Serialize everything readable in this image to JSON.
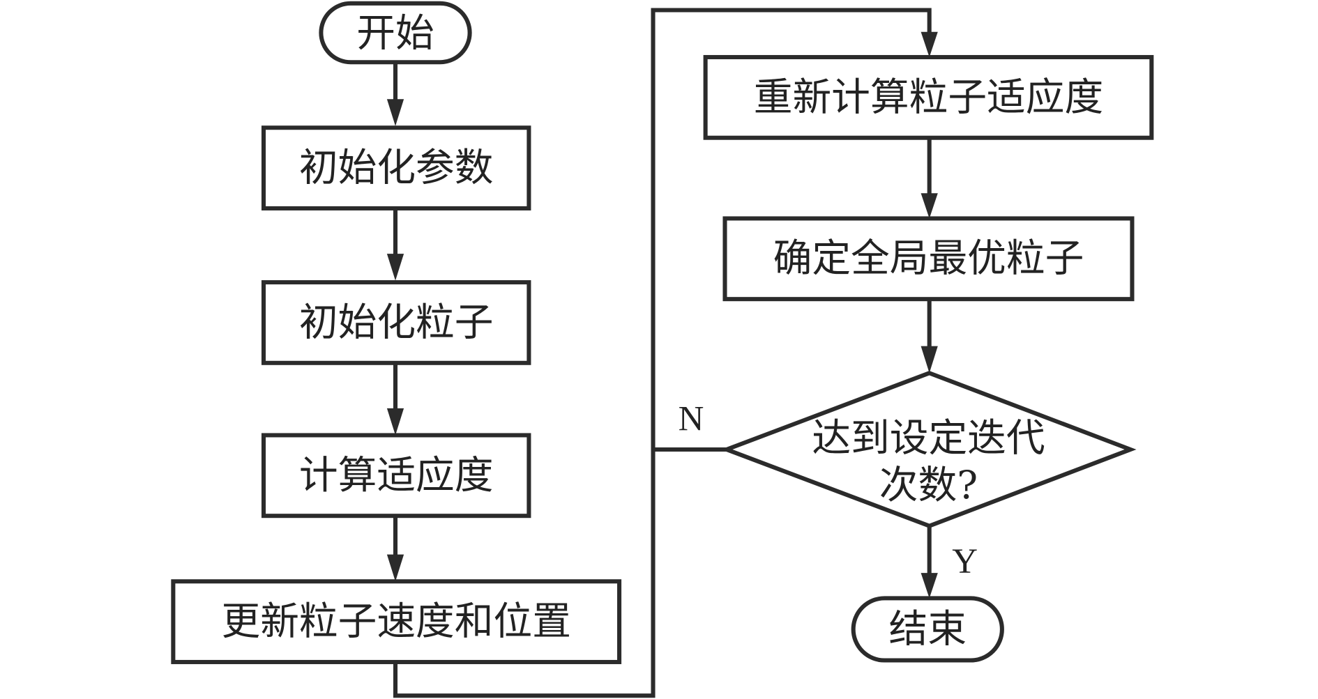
{
  "diagram": {
    "type": "flowchart",
    "nodes": {
      "start": {
        "label": "开始",
        "shape": "terminal"
      },
      "init_params": {
        "label": "初始化参数",
        "shape": "process"
      },
      "init_particles": {
        "label": "初始化粒子",
        "shape": "process"
      },
      "calc_fitness": {
        "label": "计算适应度",
        "shape": "process"
      },
      "update_particles": {
        "label": "更新粒子速度和位置",
        "shape": "process"
      },
      "recalc_fitness": {
        "label": "重新计算粒子适应度",
        "shape": "process"
      },
      "global_best": {
        "label": "确定全局最优粒子",
        "shape": "process"
      },
      "decision": {
        "line1": "达到设定迭代",
        "line2": "次数?",
        "shape": "decision"
      },
      "end": {
        "label": "结束",
        "shape": "terminal"
      }
    },
    "edges": [
      {
        "from": "start",
        "to": "init_params"
      },
      {
        "from": "init_params",
        "to": "init_particles"
      },
      {
        "from": "init_particles",
        "to": "calc_fitness"
      },
      {
        "from": "calc_fitness",
        "to": "update_particles"
      },
      {
        "from": "update_particles",
        "to": "recalc_fitness"
      },
      {
        "from": "recalc_fitness",
        "to": "global_best"
      },
      {
        "from": "global_best",
        "to": "decision"
      },
      {
        "from": "decision",
        "to": "recalc_fitness",
        "label": "N"
      },
      {
        "from": "decision",
        "to": "end",
        "label": "Y"
      }
    ],
    "edge_labels": {
      "no": "N",
      "yes": "Y"
    },
    "colors": {
      "stroke": "#2b2b2b",
      "text": "#222222",
      "background": "#ffffff"
    }
  }
}
